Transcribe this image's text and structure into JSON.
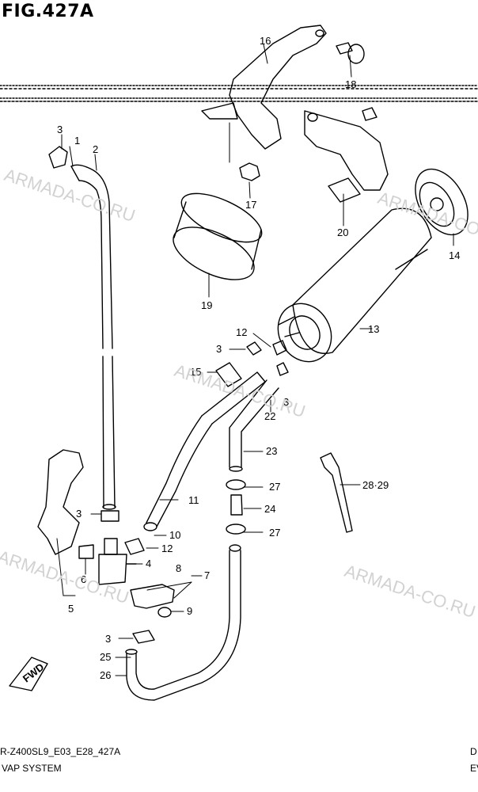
{
  "figure": {
    "title": "FIG.427A",
    "model_code": "R-Z400SL9_E03_E28_427A",
    "system_name": "VAP SYSTEM",
    "right_code_a": "D",
    "right_code_b": "EV"
  },
  "watermark": {
    "text": "ARMADA-CO.RU"
  },
  "callouts": {
    "c1": "1",
    "c2": "2",
    "c3a": "3",
    "c3b": "3",
    "c3c": "3",
    "c3d": "3",
    "c3e": "3",
    "c4": "4",
    "c5": "5",
    "c6": "6",
    "c7": "7",
    "c8": "8",
    "c9": "9",
    "c10": "10",
    "c11": "11",
    "c12a": "12",
    "c12b": "12",
    "c13": "13",
    "c14": "14",
    "c15": "15",
    "c16": "16",
    "c17": "17",
    "c18": "18",
    "c19": "19",
    "c20": "20",
    "c22": "22",
    "c23": "23",
    "c24": "24",
    "c25": "25",
    "c26": "26",
    "c27a": "27",
    "c27b": "27",
    "c2829": "28·29"
  },
  "fwd_label": "FWD"
}
